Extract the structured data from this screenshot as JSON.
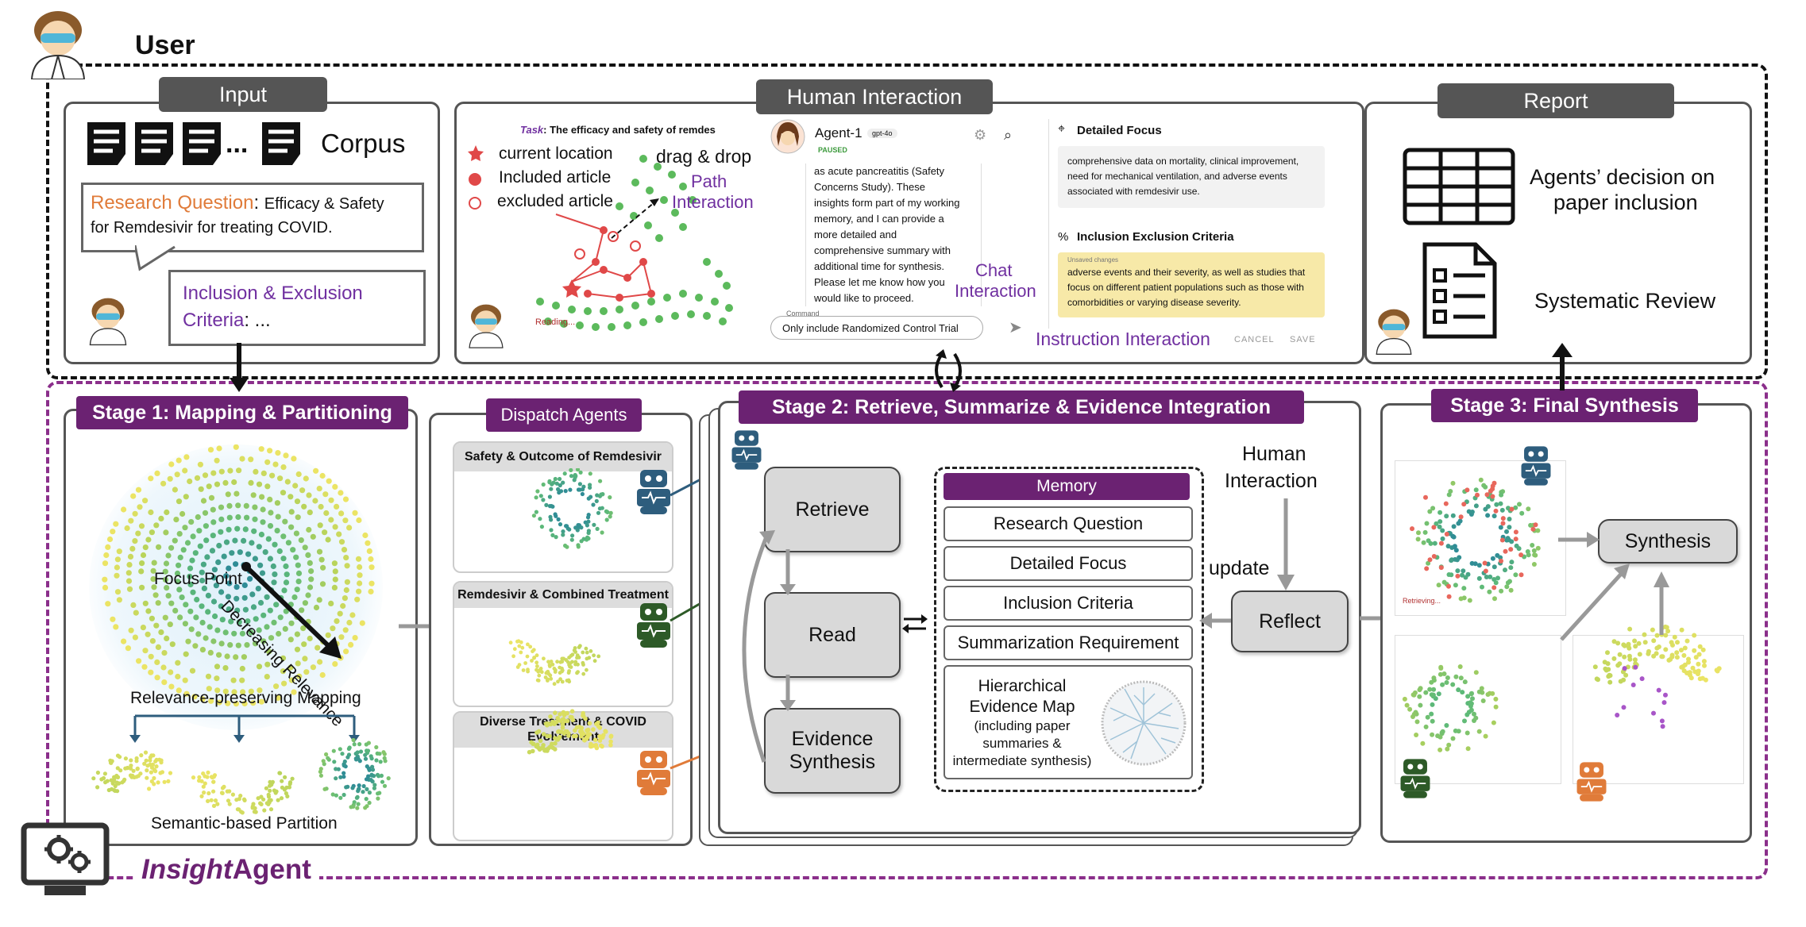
{
  "user_label": "User",
  "input": {
    "tab": "Input",
    "ellipsis": "...",
    "corpus": "Corpus",
    "rq_label": "Research Question",
    "rq_colon": ":",
    "rq_text_line1": "Efficacy & Safety",
    "rq_text_line2": "for Remdesivir for treating COVID.",
    "criteria_line1": "Inclusion & Exclusion",
    "criteria_line2": "Criteria",
    "criteria_suffix": ": ..."
  },
  "human_interaction": {
    "tab": "Human Interaction",
    "task_label": "Task",
    "task_text": ": The efficacy and safety of remdes",
    "legend_current": "current location",
    "legend_included": "Included article",
    "legend_excluded": "excluded article",
    "drag_drop": "drag & drop",
    "path_line1": "Path",
    "path_line2": "Interaction",
    "reading": "Reading...",
    "agent_name": "Agent-1",
    "agent_model": "gpt-4o",
    "agent_status": "PAUSED",
    "chat_text": [
      "as acute pancreatitis (Safety",
      "Concerns Study). These",
      "insights form part of my working",
      "memory, and I can provide a",
      "more detailed and",
      "comprehensive summary with",
      "additional time for synthesis.",
      "Please let me know how you",
      "would like to proceed."
    ],
    "chat_line1": "Chat",
    "chat_line2": "Interaction",
    "command_label": "Command",
    "command_value": "Only include Randomized Control Trial",
    "detailed_focus_title": "Detailed Focus",
    "detailed_focus_text": [
      "comprehensive data on mortality, clinical improvement,",
      "need for mechanical ventilation, and adverse events",
      "associated with remdesivir use."
    ],
    "ie_title": "Inclusion Exclusion Criteria",
    "unsaved": "Unsaved changes",
    "ie_text": [
      "adverse events and their severity, as well as studies that",
      "focus on different patient populations such as those with",
      "comorbidities or varying disease severity."
    ],
    "instruction": "Instruction Interaction",
    "cancel": "CANCEL",
    "save": "SAVE"
  },
  "report": {
    "tab": "Report",
    "decision_line1": "Agents’ decision on",
    "decision_line2": "paper inclusion",
    "systematic": "Systematic Review"
  },
  "stage1": {
    "tab": "Stage 1: Mapping & Partitioning",
    "focus": "Focus Point",
    "decreasing": "Decreasing Relevance",
    "mapping": "Relevance-preserving Mapping",
    "partition": "Semantic-based Partition"
  },
  "dispatch": {
    "tab": "Dispatch Agents",
    "card1": "Safety & Outcome of Remdesivir",
    "card2": "Remdesivir & Combined Treatment",
    "card3_line1": "Diverse Treatment & COVID",
    "card3_line2": "Evolvement"
  },
  "stage2": {
    "tab": "Stage 2: Retrieve, Summarize & Evidence Integration",
    "retrieve": "Retrieve",
    "read": "Read",
    "evidence_line1": "Evidence",
    "evidence_line2": "Synthesis",
    "memory": "Memory",
    "mem_items": [
      "Research Question",
      "Detailed Focus",
      "Inclusion Criteria",
      "Summarization Requirement"
    ],
    "hem_line1": "Hierarchical",
    "hem_line2": "Evidence Map",
    "hem_line3": "(including paper",
    "hem_line4": "summaries &",
    "hem_line5": "intermediate synthesis)",
    "human_line1": "Human",
    "human_line2": "Interaction",
    "update": "update",
    "reflect": "Reflect"
  },
  "stage3": {
    "tab": "Stage 3: Final Synthesis",
    "synthesis": "Synthesis",
    "retrieving": "Retrieving..."
  },
  "footer": {
    "insight": "Insight",
    "agent": "Agent"
  },
  "colors": {
    "purple": "#6b2272",
    "orange": "#e07b39",
    "violet": "#7030a0",
    "dark_gray": "#555555",
    "agent_blue": "#2e5d7d",
    "agent_green": "#2d5a27",
    "agent_orange": "#e07b39"
  }
}
